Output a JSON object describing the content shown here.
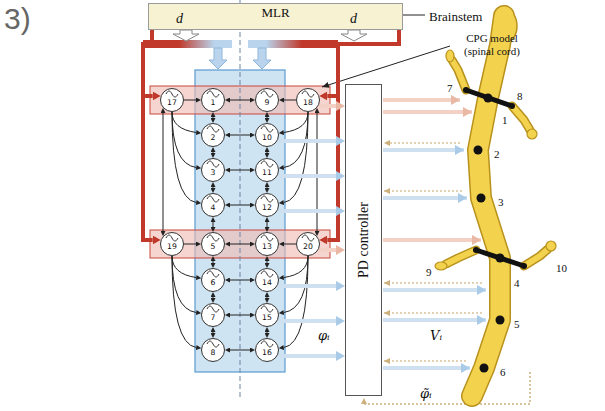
{
  "diagram": {
    "nodes": [
      {
        "text": [
          "MLR"
        ]
      },
      {
        "text": [
          "1"
        ]
      },
      {
        "text": [
          "2"
        ]
      },
      {
        "text": [
          "3"
        ]
      },
      {
        "text": [
          "4"
        ]
      },
      {
        "text": [
          "5"
        ]
      },
      {
        "text": [
          "6"
        ]
      },
      {
        "text": [
          "7"
        ]
      },
      {
        "text": [
          "8"
        ]
      },
      {
        "text": [
          "9"
        ]
      },
      {
        "text": [
          "10"
        ]
      },
      {
        "text": [
          "11"
        ]
      },
      {
        "text": [
          "12"
        ]
      },
      {
        "text": [
          "13"
        ]
      },
      {
        "text": [
          "14"
        ]
      },
      {
        "text": [
          "15"
        ]
      },
      {
        "text": [
          "16"
        ]
      },
      {
        "text": [
          "17"
        ]
      },
      {
        "text": [
          "18"
        ]
      },
      {
        "text": [
          "19"
        ]
      },
      {
        "text": [
          "20"
        ]
      },
      {
        "text": [
          "PD controller"
        ]
      }
    ],
    "edges": [
      {
        "from": 0,
        "to": 17,
        "arrow": "to"
      },
      {
        "from": 0,
        "to": 19,
        "arrow": "to"
      },
      {
        "from": 0,
        "to": 18,
        "arrow": "to"
      },
      {
        "from": 0,
        "to": 20,
        "arrow": "to"
      },
      {
        "from": 1,
        "to": 2,
        "arrow": "both"
      },
      {
        "from": 2,
        "to": 3,
        "arrow": "both"
      },
      {
        "from": 3,
        "to": 4,
        "arrow": "both"
      },
      {
        "from": 4,
        "to": 5,
        "arrow": "both"
      },
      {
        "from": 5,
        "to": 6,
        "arrow": "both"
      },
      {
        "from": 6,
        "to": 7,
        "arrow": "both"
      },
      {
        "from": 7,
        "to": 8,
        "arrow": "both"
      },
      {
        "from": 9,
        "to": 10,
        "arrow": "both"
      },
      {
        "from": 10,
        "to": 11,
        "arrow": "both"
      },
      {
        "from": 11,
        "to": 12,
        "arrow": "both"
      },
      {
        "from": 12,
        "to": 13,
        "arrow": "both"
      },
      {
        "from": 13,
        "to": 14,
        "arrow": "both"
      },
      {
        "from": 14,
        "to": 15,
        "arrow": "both"
      },
      {
        "from": 15,
        "to": 16,
        "arrow": "both"
      },
      {
        "from": 1,
        "to": 9,
        "arrow": "both"
      },
      {
        "from": 2,
        "to": 10,
        "arrow": "both"
      },
      {
        "from": 3,
        "to": 11,
        "arrow": "both"
      },
      {
        "from": 4,
        "to": 12,
        "arrow": "both"
      },
      {
        "from": 5,
        "to": 13,
        "arrow": "both"
      },
      {
        "from": 6,
        "to": 14,
        "arrow": "both"
      },
      {
        "from": 7,
        "to": 15,
        "arrow": "both"
      },
      {
        "from": 8,
        "to": 16,
        "arrow": "both"
      },
      {
        "from": 17,
        "to": 1,
        "arrow": "to"
      },
      {
        "from": 17,
        "to": 2,
        "arrow": "to"
      },
      {
        "from": 17,
        "to": 3,
        "arrow": "to"
      },
      {
        "from": 17,
        "to": 4,
        "arrow": "to"
      },
      {
        "from": 19,
        "to": 5,
        "arrow": "to"
      },
      {
        "from": 19,
        "to": 6,
        "arrow": "to"
      },
      {
        "from": 19,
        "to": 7,
        "arrow": "to"
      },
      {
        "from": 19,
        "to": 8,
        "arrow": "to"
      },
      {
        "from": 18,
        "to": 9,
        "arrow": "to"
      },
      {
        "from": 18,
        "to": 10,
        "arrow": "to"
      },
      {
        "from": 18,
        "to": 11,
        "arrow": "to"
      },
      {
        "from": 18,
        "to": 12,
        "arrow": "to"
      },
      {
        "from": 20,
        "to": 13,
        "arrow": "to"
      },
      {
        "from": 20,
        "to": 14,
        "arrow": "to"
      },
      {
        "from": 20,
        "to": 15,
        "arrow": "to"
      },
      {
        "from": 20,
        "to": 16,
        "arrow": "to"
      },
      {
        "from": 17,
        "to": 19,
        "arrow": "both"
      },
      {
        "from": 18,
        "to": 20,
        "arrow": "both"
      },
      {
        "from": 18,
        "to": 21,
        "arrow": "to"
      },
      {
        "from": 10,
        "to": 21,
        "arrow": "to"
      },
      {
        "from": 11,
        "to": 21,
        "arrow": "to"
      },
      {
        "from": 12,
        "to": 21,
        "arrow": "to"
      },
      {
        "from": 20,
        "to": 21,
        "arrow": "to"
      },
      {
        "from": 14,
        "to": 21,
        "arrow": "to"
      },
      {
        "from": 15,
        "to": 21,
        "arrow": "to"
      },
      {
        "from": 16,
        "to": 21,
        "arrow": "to"
      }
    ],
    "labels": [
      "3)",
      "d",
      "d",
      "Brainstem",
      "CPG model (spinal cord)",
      "7",
      "8",
      "1",
      "2",
      "3",
      "9",
      "10",
      "4",
      "5",
      "6",
      "φᵢ",
      "Vᵢ",
      "φ̃ᵢ"
    ]
  }
}
